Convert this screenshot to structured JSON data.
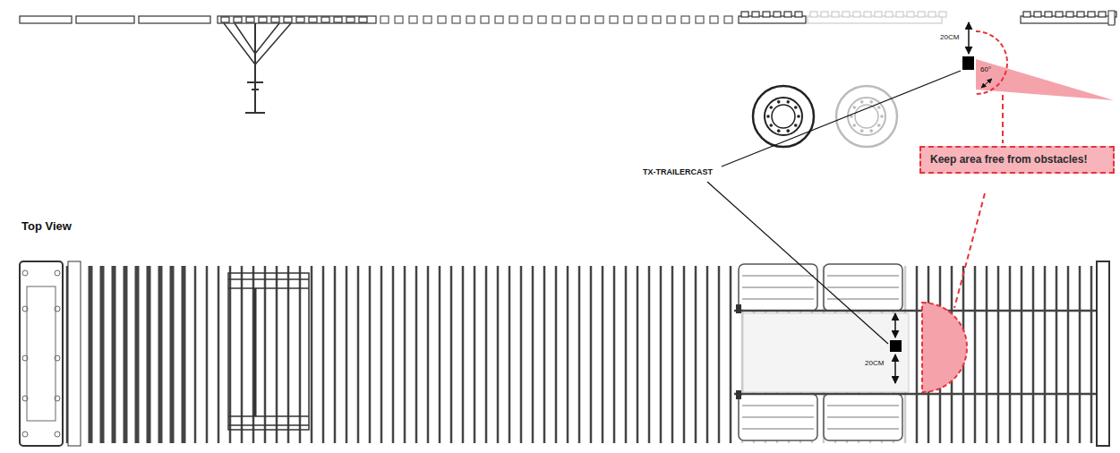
{
  "diagram": {
    "nodes": [
      {
        "text": [
          "Keep area free from obstacles!"
        ]
      }
    ],
    "labels": [
      "20CM",
      "60°",
      "TX-TRAILERCAST",
      "Top View",
      "20CM"
    ]
  }
}
